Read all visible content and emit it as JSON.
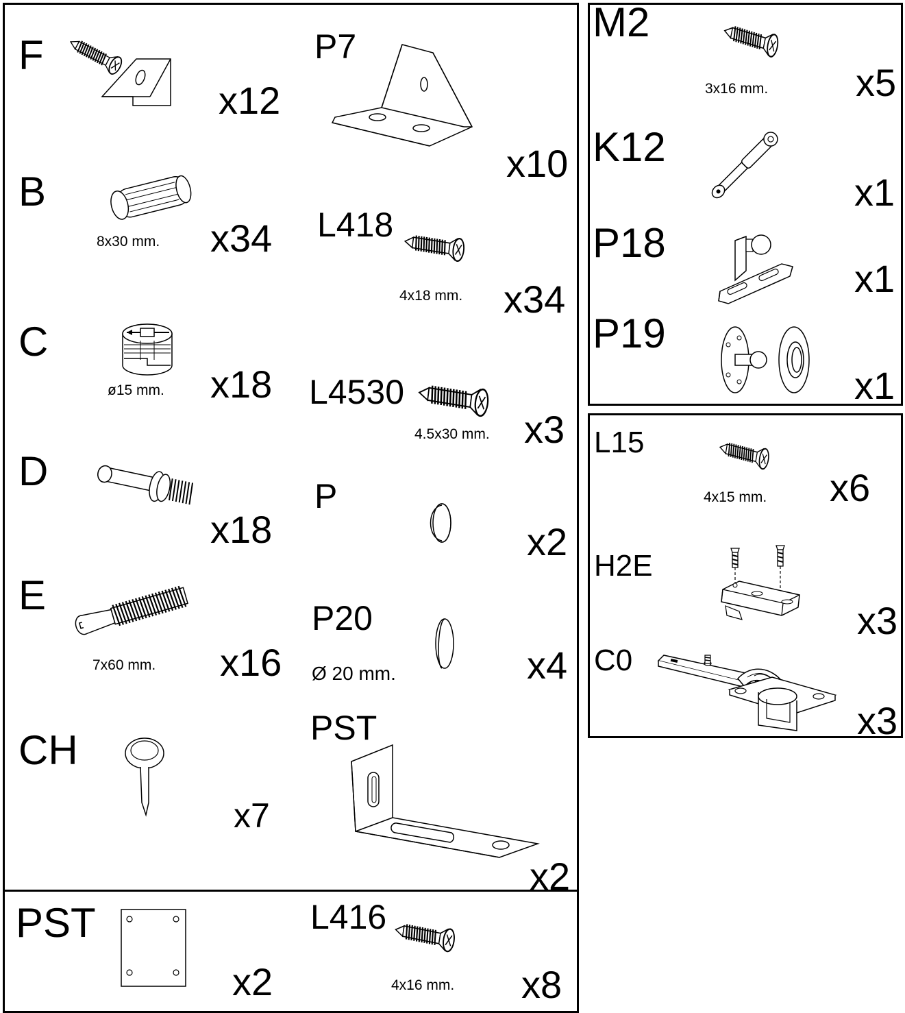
{
  "main_panel": {
    "left_column": [
      {
        "code": "F",
        "quantity": "x12",
        "icon": "screw-with-corner-block-icon"
      },
      {
        "code": "B",
        "size": "8x30 mm.",
        "quantity": "x34",
        "icon": "wood-dowel-icon"
      },
      {
        "code": "C",
        "size": "ø15 mm.",
        "quantity": "x18",
        "icon": "cam-lock-icon"
      },
      {
        "code": "D",
        "quantity": "x18",
        "icon": "cam-bolt-icon"
      },
      {
        "code": "E",
        "size": "7x60 mm.",
        "quantity": "x16",
        "icon": "connector-bolt-icon"
      },
      {
        "code": "CH",
        "quantity": "x7",
        "icon": "nail-icon"
      }
    ],
    "right_column": [
      {
        "code": "P7",
        "quantity": "x10",
        "icon": "angle-bracket-icon"
      },
      {
        "code": "L418",
        "size": "4x18 mm.",
        "quantity": "x34",
        "icon": "wood-screw-icon"
      },
      {
        "code": "L4530",
        "size": "4.5x30 mm.",
        "quantity": "x3",
        "icon": "wood-screw-icon"
      },
      {
        "code": "P",
        "quantity": "x2",
        "icon": "dome-bumper-icon"
      },
      {
        "code": "P20",
        "size": "Ø 20 mm.",
        "quantity": "x4",
        "icon": "cover-cap-icon"
      },
      {
        "code": "PST",
        "quantity": "x2",
        "icon": "wall-bracket-icon"
      }
    ]
  },
  "bottom_panel": {
    "items": [
      {
        "code": "PST",
        "quantity": "x2",
        "icon": "mounting-plate-icon"
      },
      {
        "code": "L416",
        "size": "4x16 mm.",
        "quantity": "x8",
        "icon": "wood-screw-icon"
      }
    ]
  },
  "right_top_panel": {
    "items": [
      {
        "code": "M2",
        "size": "3x16 mm.",
        "quantity": "x5",
        "icon": "small-screw-icon"
      },
      {
        "code": "K12",
        "quantity": "x1",
        "icon": "gas-strut-icon"
      },
      {
        "code": "P18",
        "quantity": "x1",
        "icon": "strut-mount-bracket-icon"
      },
      {
        "code": "P19",
        "quantity": "x1",
        "icon": "ball-stud-plate-icon"
      }
    ]
  },
  "right_bottom_panel": {
    "items": [
      {
        "code": "L15",
        "size": "4x15 mm.",
        "quantity": "x6",
        "icon": "small-screw-icon"
      },
      {
        "code": "H2E",
        "quantity": "x3",
        "icon": "hinge-plate-with-screws-icon"
      },
      {
        "code": "C0",
        "quantity": "x3",
        "icon": "cabinet-hinge-icon"
      }
    ]
  }
}
